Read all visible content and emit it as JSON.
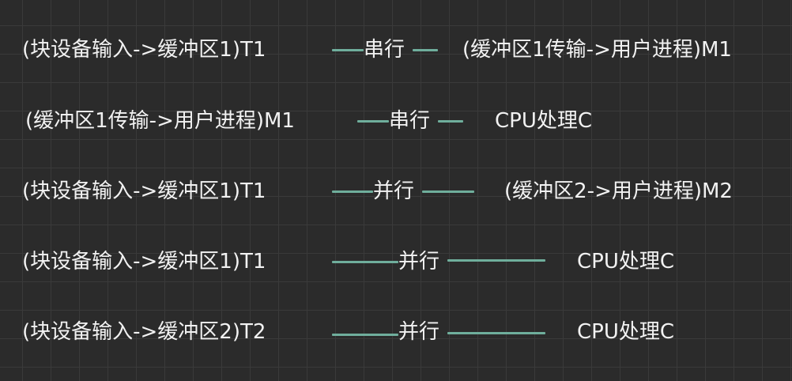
{
  "rows": [
    {
      "left": "(块设备输入->缓冲区1)T1",
      "relation": "串行",
      "right": "(缓冲区1传输->用户进程)M1"
    },
    {
      "left": "(缓冲区1传输->用户进程)M1",
      "relation": "串行",
      "right": "CPU处理C"
    },
    {
      "left": "(块设备输入->缓冲区1)T1",
      "relation": "并行",
      "right": "(缓冲区2->用户进程)M2"
    },
    {
      "left": "(块设备输入->缓冲区1)T1",
      "relation": "并行",
      "right": "CPU处理C"
    },
    {
      "left": "(块设备输入->缓冲区2)T2",
      "relation": "并行",
      "right": "CPU处理C"
    }
  ],
  "colors": {
    "background": "#2b2b2b",
    "grid": "#3a3a3a",
    "connector": "#6fae9c",
    "text": "#f2f2f2"
  }
}
